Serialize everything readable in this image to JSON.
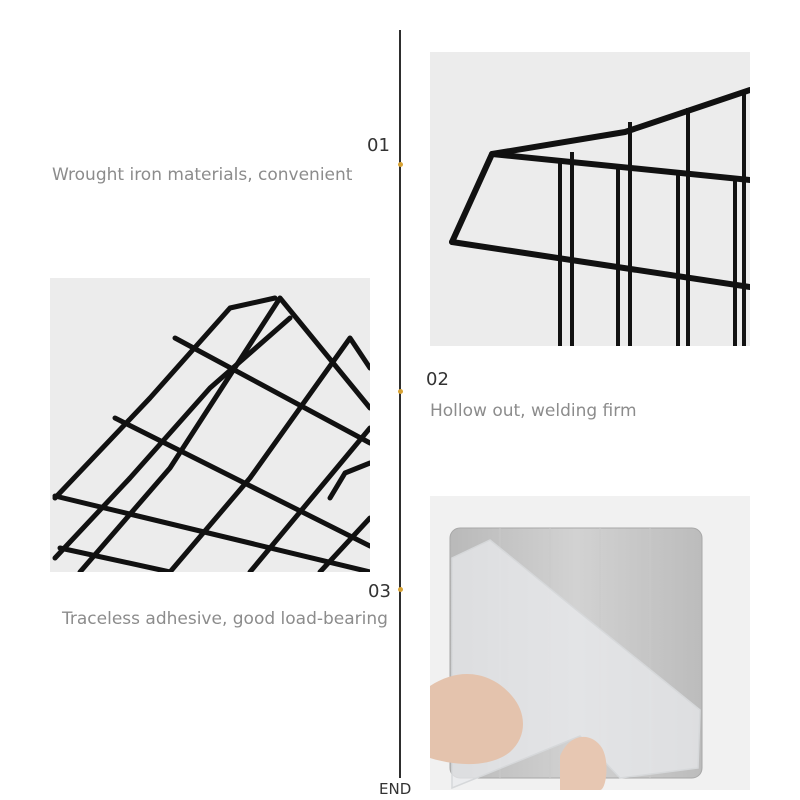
{
  "sections": [
    {
      "number": "01",
      "caption": "Wrought iron materials, convenient",
      "image": "wire-basket-corner-photo"
    },
    {
      "number": "02",
      "caption": "Hollow out, welding firm",
      "image": "wire-mesh-closeup-photo"
    },
    {
      "number": "03",
      "caption": "Traceless adhesive, good load-bearing",
      "image": "adhesive-sticker-photo"
    }
  ],
  "end_label": "END",
  "colors": {
    "accent_dot": "#d7a234",
    "timeline": "#2e2e2e",
    "caption_text": "#8c8c8c",
    "number_text": "#333333",
    "photo_background": "#ececec",
    "wire": "#111111"
  }
}
